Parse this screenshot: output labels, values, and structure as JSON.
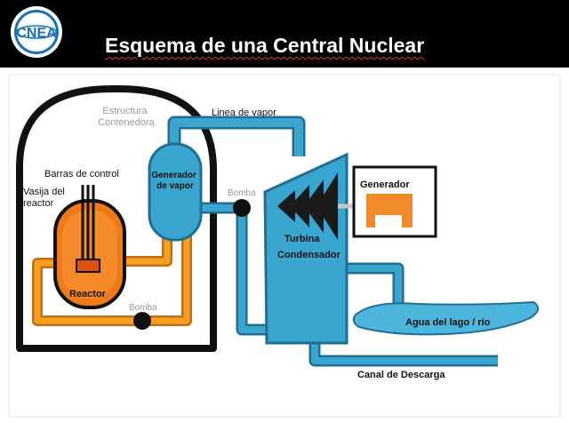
{
  "header": {
    "title": "Esquema de una Central Nuclear",
    "logo_text": "CNEA"
  },
  "diagram": {
    "labels": {
      "containment": [
        "Estructura",
        "Contenedora"
      ],
      "steam_line": "Linea de vapor",
      "control_rods": "Barras de control",
      "vessel": [
        "Vasija del",
        "reactor"
      ],
      "steam_generator": [
        "Generador",
        "de vapor"
      ],
      "pump_top": "Bomba",
      "pump_bottom": "Bomba",
      "reactor": "Reactor",
      "turbine": "Turbina",
      "condenser": "Condensador",
      "generator": "Generador",
      "lake": "Agua del lago / río",
      "discharge": "Canal de Descarga"
    },
    "colors": {
      "pipe_blue": "#3aa6d0",
      "pipe_blue_dark": "#1f6f93",
      "reactor_orange": "#f07a1a",
      "pipe_orange": "#f5a020",
      "turbine_dark": "#1a1a1a",
      "label_gray": "#999999"
    }
  }
}
